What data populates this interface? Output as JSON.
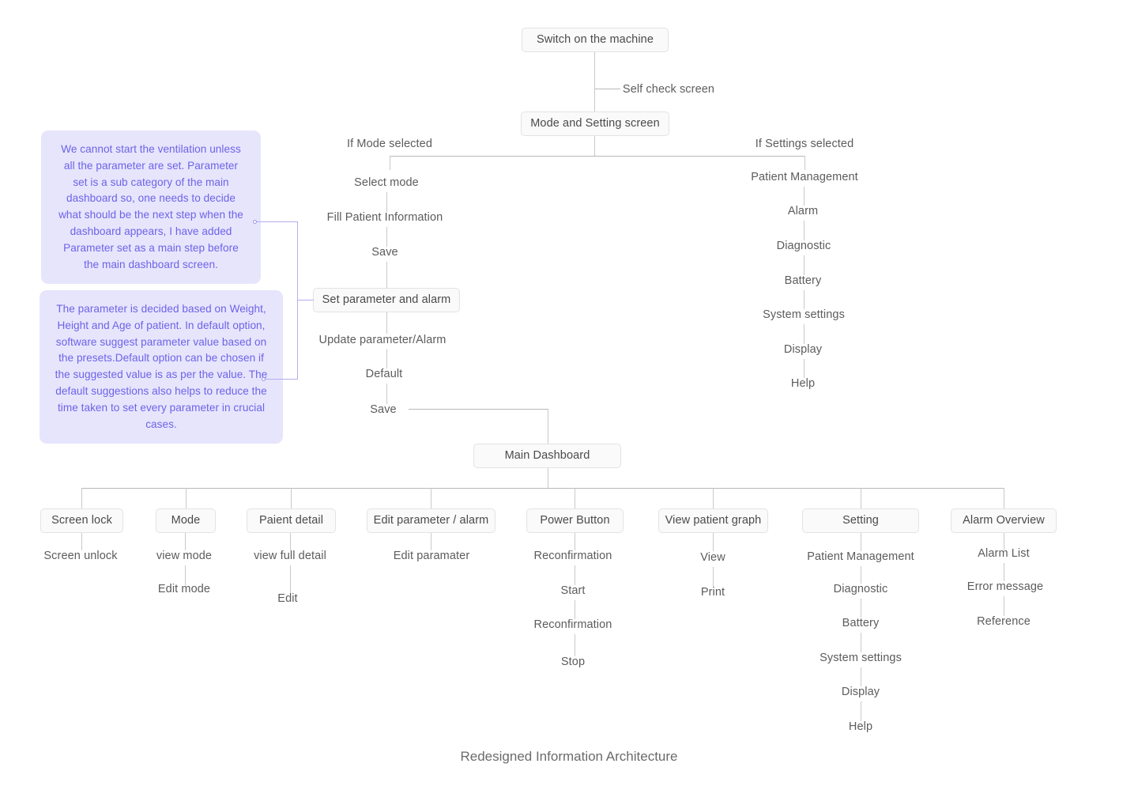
{
  "diagram": {
    "caption": "Redesigned Information Architecture",
    "colors": {
      "background": "#ffffff",
      "node_fill": "#fafafa",
      "node_border": "#e3e3e3",
      "node_text": "#4a4a4a",
      "label_text": "#5c5c5c",
      "connector": "#c9c9c9",
      "note_fill": "#e7e5fc",
      "note_text": "#6c63e8",
      "note_connector": "#b4aeee"
    },
    "nodes": {
      "switch_on": "Switch on the machine",
      "mode_and_setting": "Mode and Setting screen",
      "set_parameter_alarm": "Set parameter and alarm",
      "main_dashboard": "Main Dashboard"
    },
    "edge_labels": {
      "self_check": "Self check screen",
      "if_mode_selected": "If Mode selected",
      "if_settings_selected": "If Settings selected"
    },
    "mode_branch": [
      "Select mode",
      "Fill Patient Information",
      "Save"
    ],
    "parameter_branch": [
      "Update parameter/Alarm",
      "Default",
      "Save"
    ],
    "settings_branch": [
      "Patient Management",
      "Alarm",
      "Diagnostic",
      "Battery",
      "System settings",
      "Display",
      "Help"
    ],
    "notes": [
      {
        "id": "note-parameter-set",
        "text": "We cannot start the ventilation unless all the parameter are set. Parameter set is a sub category of the main dashboard so, one needs to decide what should be the next step when the dashboard appears, I have added Parameter set as a main step before the main dashboard screen."
      },
      {
        "id": "note-default-presets",
        "text": "The parameter is decided based on Weight, Height and Age of patient. In default option, software suggest parameter value  based on the presets.Default option can be chosen if the suggested value is as per the value. The default suggestions also helps to reduce the time taken to set every parameter in crucial cases."
      }
    ],
    "dashboard_columns": [
      {
        "title": "Screen lock",
        "children": [
          "Screen unlock"
        ]
      },
      {
        "title": "Mode",
        "children": [
          "view mode",
          "Edit mode"
        ]
      },
      {
        "title": "Paient detail",
        "children": [
          "view full detail",
          "Edit"
        ]
      },
      {
        "title": "Edit parameter / alarm",
        "children": [
          "Edit paramater"
        ]
      },
      {
        "title": "Power Button",
        "children": [
          "Reconfirmation",
          "Start",
          "Reconfirmation",
          "Stop"
        ]
      },
      {
        "title": "View patient graph",
        "children": [
          "View",
          "Print"
        ]
      },
      {
        "title": "Setting",
        "children": [
          "Patient Management",
          "Diagnostic",
          "Battery",
          "System settings",
          "Display",
          "Help"
        ]
      },
      {
        "title": "Alarm Overview",
        "children": [
          "Alarm List",
          "Error message",
          "Reference"
        ]
      }
    ]
  }
}
